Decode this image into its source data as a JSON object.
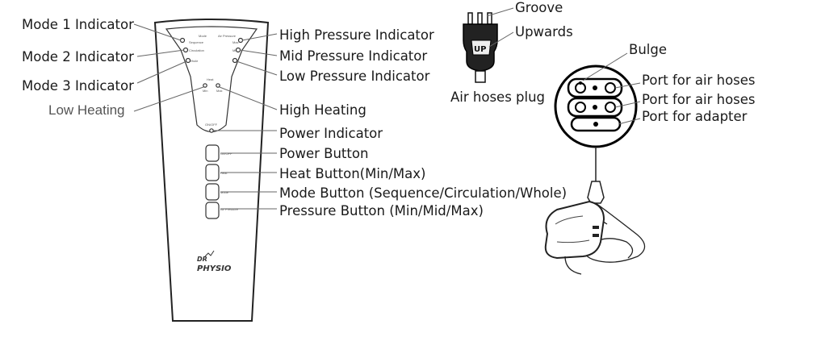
{
  "labels": {
    "mode1": "Mode 1 Indicator",
    "mode2": "Mode 2 Indicator",
    "mode3": "Mode 3 Indicator",
    "low_heating": "Low Heating",
    "high_pressure": "High Pressure Indicator",
    "mid_pressure": "Mid Pressure Indicator",
    "low_pressure": "Low Pressure Indicator",
    "high_heating": "High Heating",
    "power_indicator": "Power Indicator",
    "power_button": "Power Button",
    "heat_button": "Heat Button(Min/Max)",
    "mode_button": "Mode Button (Sequence/Circulation/Whole)",
    "pressure_button": "Pressure Button (Min/Mid/Max)",
    "groove": "Groove",
    "upwards": "Upwards",
    "air_hoses_plug": "Air hoses plug",
    "bulge": "Bulge",
    "port_air_1": "Port for air hoses",
    "port_air_2": "Port for air hoses",
    "port_adapter": "Port for adapter"
  },
  "device": {
    "brand_top": "DR",
    "brand_bottom": "PHYSIO",
    "plug_mark": "UP",
    "panel_mode": "Mode",
    "panel_pressure": "Air Pressure",
    "panel_heat": "Heat",
    "heat_min": "Min",
    "heat_max": "Max",
    "mode_sequence": "Sequence",
    "mode_circulation": "Circulation",
    "mode_whole": "Whole",
    "press_max": "Max",
    "press_mid": "Mid",
    "press_min": "Min",
    "panel_power": "ON/OFF",
    "btn_power": "On/OFF",
    "btn_heat": "Heat",
    "btn_mode": "Mode",
    "btn_pressure": "Air Pressure"
  }
}
